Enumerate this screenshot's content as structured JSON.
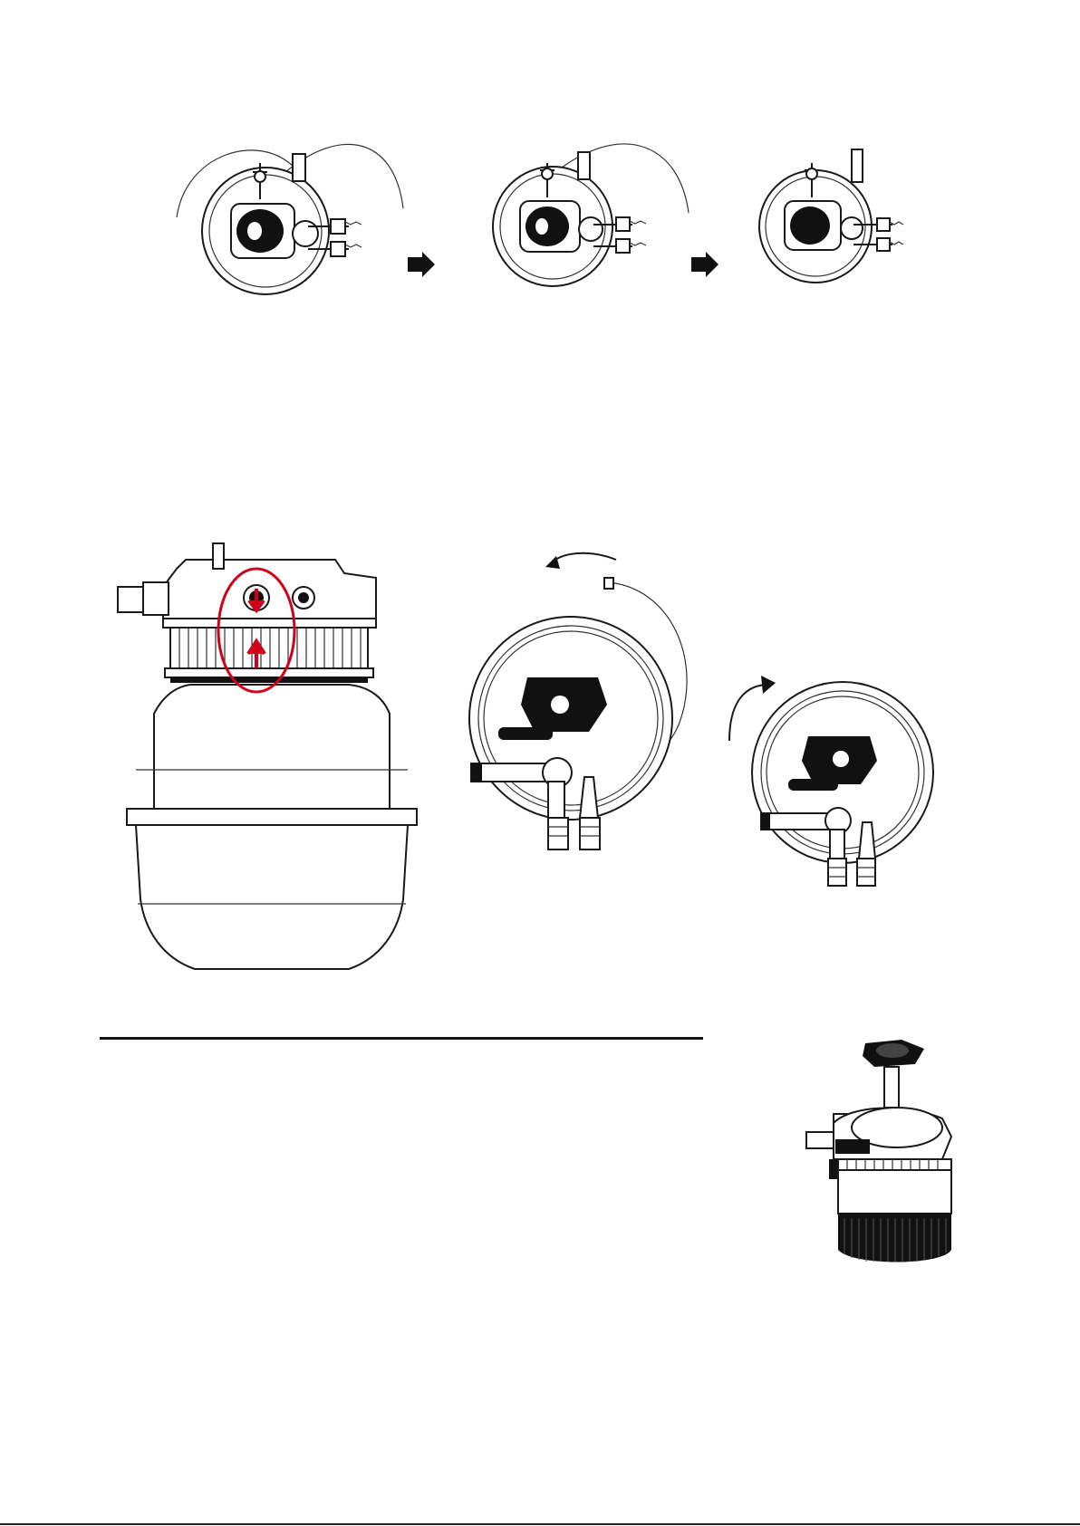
{
  "figures": {
    "step_sequence": {
      "steps": [
        {
          "icon": "filter-lid-top-view-icon",
          "state": "cable-open"
        },
        {
          "icon": "filter-lid-top-view-icon",
          "state": "cable-partly-wrapped"
        },
        {
          "icon": "filter-lid-top-view-icon",
          "state": "cable-wrapped"
        }
      ],
      "arrow_icon": "right-arrow-icon"
    },
    "assembly": {
      "panels": [
        {
          "icon": "filter-tank-side-view-icon",
          "highlight_color": "#d0021b"
        },
        {
          "icon": "lid-rotate-counterclockwise-icon"
        },
        {
          "icon": "lid-rotate-clockwise-icon"
        }
      ]
    },
    "product_thumbnail": {
      "icon": "pressure-filter-exploded-icon"
    }
  },
  "colors": {
    "highlight": "#d0021b",
    "ink": "#111111"
  }
}
